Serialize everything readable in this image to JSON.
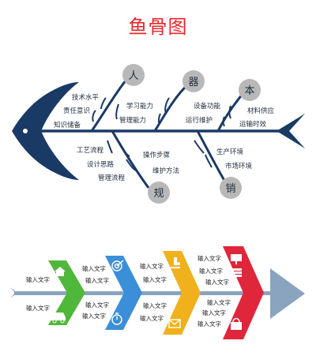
{
  "title": "鱼骨图",
  "colors": {
    "title": "#e8262b",
    "bone": "#1a3a66",
    "circle": "#b8b8b8",
    "arrow": "#8aa4bf",
    "chevrons": [
      "#4fb83a",
      "#3b8fd9",
      "#f0b11d",
      "#e0263b"
    ]
  },
  "fishbone": {
    "categories": {
      "ren": "人",
      "qi": "器",
      "ben": "本",
      "gui": "规",
      "xiao": "销"
    },
    "upper": {
      "ren": [
        "技术水平",
        "学习能力",
        "责任意识",
        "管理能力",
        "知识储备"
      ],
      "qi": [
        "设备功能",
        "运行维护"
      ],
      "ben": [
        "材料供应",
        "运输时效"
      ]
    },
    "lower": {
      "gui": [
        "工艺流程",
        "操作步骤",
        "设计思路",
        "维护方法",
        "管理流程"
      ],
      "xiao": [
        "生产环境",
        "市场环境"
      ]
    }
  },
  "timeline": {
    "placeholder": "输入文字",
    "icons": [
      "home-icon",
      "car-icon",
      "target-icon",
      "stopwatch-icon",
      "microscope-icon",
      "mail-icon",
      "presentation-icon",
      "books-icon",
      "bag-icon"
    ]
  }
}
